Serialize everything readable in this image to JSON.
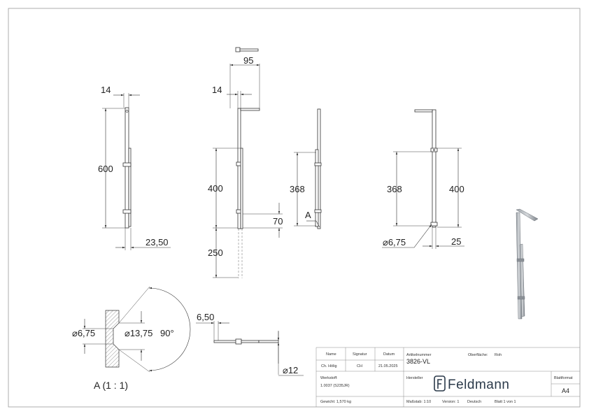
{
  "dimensions": {
    "side_width": "14",
    "side_height": "600",
    "side_offset": "23,50",
    "front_top_width": "95",
    "front_width": "14",
    "front_upper": "400",
    "front_lower": "250",
    "front_step": "70",
    "section_height": "368",
    "section_marker": "A",
    "back_left": "368",
    "back_right": "400",
    "back_hole": "6,75",
    "back_offset": "25",
    "detail_small": "6,75",
    "detail_large": "13,75",
    "detail_angle": "90°",
    "detail_label": "A (1 : 1)",
    "plan_thickness": "6,50",
    "plan_diameter": "12",
    "diameter_symbol": "⌀"
  },
  "title_block": {
    "headers": {
      "name": "Name",
      "signature": "Signatur",
      "date": "Datum",
      "article_number": "Artikelnummer",
      "surface": "Oberfläche:"
    },
    "values": {
      "name": "Ch. Hölig",
      "signature": "CH",
      "date": "21.05.2025",
      "article_number": "3826-VL",
      "surface": "Roh"
    },
    "material_label": "Werkstoff:",
    "material_value": "1.0037 (S235JR)",
    "manufacturer_label": "Hersteller",
    "brand_name": "Feldmann",
    "sheet_format_label": "Blattformat",
    "sheet_format_value": "A4",
    "weight": "Gewicht: 1,570 kg",
    "scale": "Maßstab: 1:10",
    "version": "Version: 1",
    "language": "Deutsch",
    "sheet": "Blatt 1 von 1"
  },
  "colors": {
    "line": "#333333",
    "frame": "#9a9a9a",
    "brand": "#2b3a4a"
  },
  "icons": {
    "logo": "feldmann-f-logo-icon"
  }
}
